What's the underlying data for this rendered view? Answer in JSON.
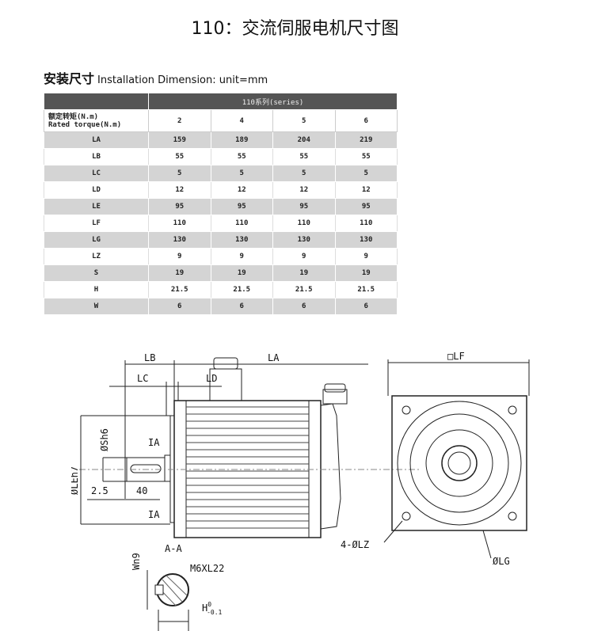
{
  "title": "110：交流伺服电机尺寸图",
  "subtitle": {
    "cn": "安装尺寸",
    "en": "Installation Dimension: unit=mm"
  },
  "table": {
    "series_header": "110系列(series)",
    "torque_label_cn": "额定转矩(N.m)",
    "torque_label_en": "Rated torque(N.m)",
    "torques": [
      "2",
      "4",
      "5",
      "6"
    ],
    "rows": [
      {
        "label": "LA",
        "values": [
          "159",
          "189",
          "204",
          "219"
        ]
      },
      {
        "label": "LB",
        "values": [
          "55",
          "55",
          "55",
          "55"
        ]
      },
      {
        "label": "LC",
        "values": [
          "5",
          "5",
          "5",
          "5"
        ]
      },
      {
        "label": "LD",
        "values": [
          "12",
          "12",
          "12",
          "12"
        ]
      },
      {
        "label": "LE",
        "values": [
          "95",
          "95",
          "95",
          "95"
        ]
      },
      {
        "label": "LF",
        "values": [
          "110",
          "110",
          "110",
          "110"
        ]
      },
      {
        "label": "LG",
        "values": [
          "130",
          "130",
          "130",
          "130"
        ]
      },
      {
        "label": "LZ",
        "values": [
          "9",
          "9",
          "9",
          "9"
        ]
      },
      {
        "label": "S",
        "values": [
          "19",
          "19",
          "19",
          "19"
        ]
      },
      {
        "label": "H",
        "values": [
          "21.5",
          "21.5",
          "21.5",
          "21.5"
        ]
      },
      {
        "label": "W",
        "values": [
          "6",
          "6",
          "6",
          "6"
        ]
      }
    ]
  },
  "drawing": {
    "lb": "LB",
    "la": "LA",
    "lc": "LC",
    "ld": "LD",
    "lf": "□LF",
    "sh6": "ØSh6",
    "leh7": "ØLEh7",
    "ia_top": "IA",
    "ia_bottom": "IA",
    "d25": "2.5",
    "d40": "40",
    "lz": "4-ØLZ",
    "lg": "ØLG",
    "aa": "A-A",
    "wn9": "Wn9",
    "m6": "M6XL22",
    "h": "H",
    "h_tol_up": "0",
    "h_tol_dn": "-0.1"
  }
}
